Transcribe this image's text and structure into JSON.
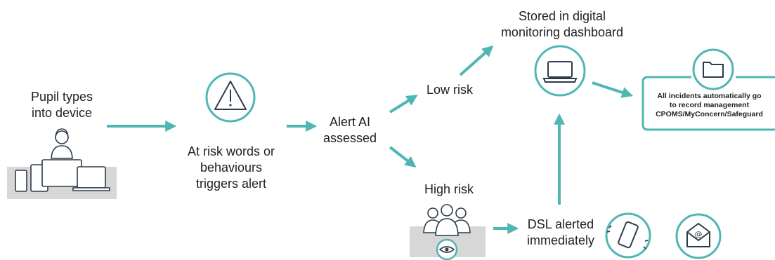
{
  "colors": {
    "accent": "#4fb6b4",
    "icon_dark": "#2f3b48",
    "device_gray": "#d7d7d7",
    "text": "#1f1f1f"
  },
  "steps": {
    "pupil": "Pupil types\ninto device",
    "risk_words": "At risk words or\nbehaviours\ntriggers alert",
    "ai": "Alert AI\nassessed",
    "low": "Low risk",
    "high": "High risk",
    "stored": "Stored in digital\nmonitoring dashboard",
    "dsl": "DSL alerted\nimmediately",
    "records": "All incidents automatically go\nto record management\nCPOMS/MyConcern/Safeguard"
  },
  "icons": {
    "warning": "warning-triangle-icon",
    "laptop": "laptop-icon",
    "folder": "folder-icon",
    "phone": "mobile-phone-icon",
    "email": "email-icon",
    "pupil": "pupil-with-devices-icon",
    "group": "group-with-eye-icon"
  }
}
